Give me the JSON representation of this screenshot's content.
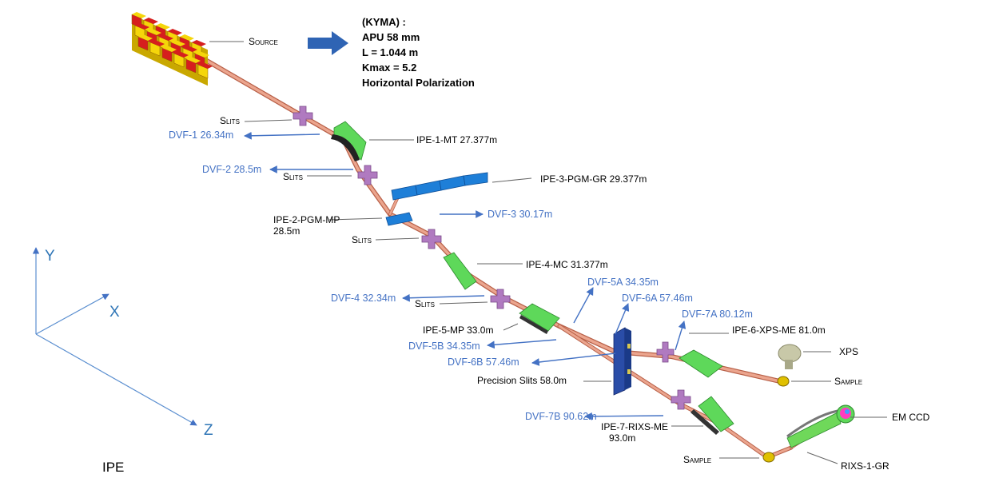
{
  "source_label": "Source",
  "undulator": {
    "line1": "(KYMA) :",
    "line2": "APU 58 mm",
    "line3": "L = 1.044 m",
    "line4": "Kmax = 5.2",
    "line5": "Horizontal Polarization"
  },
  "components": {
    "ipe1": "IPE-1-MT 27.377m",
    "ipe3": "IPE-3-PGM-GR 29.377m",
    "ipe2_a": "IPE-2-PGM-MP",
    "ipe2_b": "28.5m",
    "ipe4": "IPE-4-MC 31.377m",
    "ipe5": "IPE-5-MP 33.0m",
    "ipe6": "IPE-6-XPS-ME 81.0m",
    "precision_slits": "Precision Slits 58.0m",
    "ipe7_a": "IPE-7-RIXS-ME",
    "ipe7_b": "93.0m",
    "xps": "XPS",
    "em_ccd": "EM CCD",
    "rixs_gr": "RIXS-1-GR"
  },
  "slits_labels": [
    "Slits",
    "Slits",
    "Slits",
    "Slits"
  ],
  "sample_labels": [
    "Sample",
    "Sample"
  ],
  "dvf": {
    "dvf1": "DVF-1 26.34m",
    "dvf2": "DVF-2 28.5m",
    "dvf3": "DVF-3 30.17m",
    "dvf4": "DVF-4 32.34m",
    "dvf5a": "DVF-5A 34.35m",
    "dvf6a": "DVF-6A 57.46m",
    "dvf7a": "DVF-7A 80.12m",
    "dvf5b": "DVF-5B 34.35m",
    "dvf6b": "DVF-6B 57.46m",
    "dvf7b": "DVF-7B 90.62m"
  },
  "axes": {
    "y": "Y",
    "x": "X",
    "z": "Z"
  },
  "corner_label": "IPE",
  "colors": {
    "beam": "#e8a08a",
    "beam_edge": "#b86048",
    "mirror": "#5ed85a",
    "grating": "#1e7fd8",
    "slits": "#a060b0",
    "annotation_blue": "#4472c4",
    "undulator_red": "#d61e1e",
    "undulator_yellow": "#f5d60a"
  },
  "icons": [
    "source-undulator-icon",
    "arrow-right-icon",
    "slits-icon",
    "mirror-icon",
    "grating-icon",
    "sample-icon",
    "detector-icon",
    "xps-analyzer-icon"
  ]
}
